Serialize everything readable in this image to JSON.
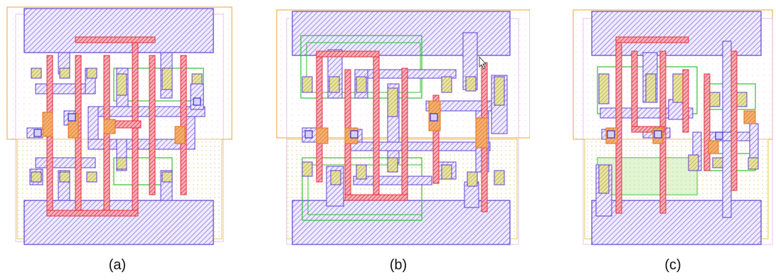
{
  "captions": {
    "a": "(a)",
    "b": "(b)",
    "c": "(c)"
  },
  "colors": {
    "nwell": "#f0a030",
    "pwell": "#e0c850",
    "select": "#e8b0e8",
    "metal": "#6040d0",
    "poly": "#e03040",
    "active": "#30c030",
    "diffusion_fill": "#c8b850",
    "contact": "#3a30c0"
  },
  "icons": {
    "cursor": "mouse-pointer-icon"
  }
}
